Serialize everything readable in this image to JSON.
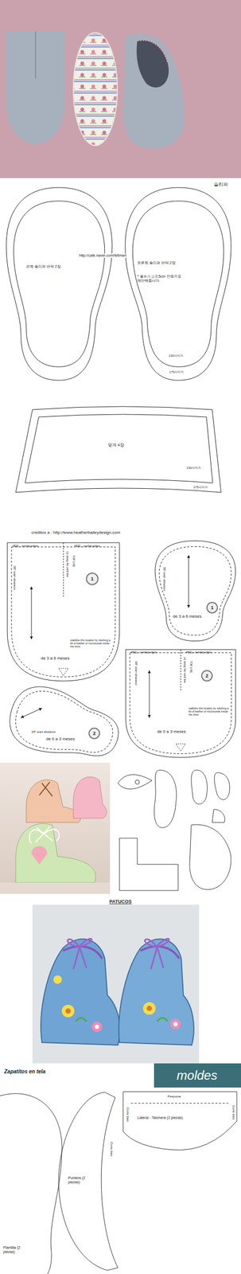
{
  "diagram": {
    "labels": [
      "슬리퍼",
      "왼쪽 슬리퍼 바닥 2장",
      "http://cafe.naver.com/feltmart",
      "오른쪽 슬리퍼 바닥 2장",
      "* 올트스고 0.5cm 안쪽으로 재단해줍니다.",
      "130사이즈",
      "175사이즈",
      "덮개 4장",
      "130사이즈",
      "175사이즈",
      "créditos a : http://www.heatherbaileydesign.com",
      "HEEL - overlap edges",
      "HEEL - overlap edges",
      "cut along the solid line",
      "TOP LINE",
      "3/8\" seam allowance",
      "1",
      "stabilize this location by stitching a bit of leather or microsuede inside the shoe",
      "de 3 a 6 meses",
      "3/8\" seam allowance",
      "de 3 a 6 meses",
      "1",
      "3/8\" seam allowance",
      "de 0 a 3 meses",
      "2",
      "HEEL - overlap edges",
      "HEEL - overlap edges",
      "cut along the solid line",
      "TOP LINE",
      "3/8\" seam allowance",
      "2",
      "stabilize this location by stitching a bit of leather or microsuede inside the shoe",
      "de 0 a 3 meses",
      "PATUCOS",
      "Zapatitos en tela",
      "moldes",
      "Plantilla (2 piezas)",
      "Puntera (2 piezas)",
      "Corte bies",
      "Lateral - Talonera (2 piezas)",
      "Pespunte",
      "Corte bies",
      "Corte bies"
    ]
  }
}
